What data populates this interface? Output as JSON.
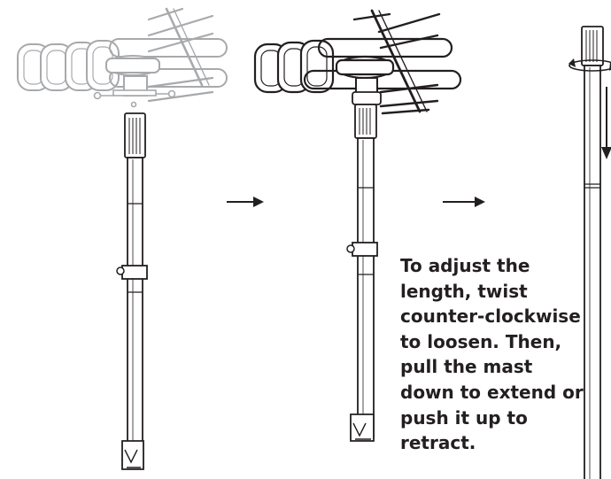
{
  "instructions": {
    "lines": [
      "To adjust the",
      "length, twist",
      "counter-clockwise",
      "to loosen. Then,",
      "pull the mast",
      "down to extend or",
      "push it up to",
      "retract."
    ]
  },
  "colors": {
    "ink": "#231f20",
    "faded_ink": "#a7a9ac",
    "fill": "#ffffff"
  },
  "illustrations": [
    "antenna-disassembled",
    "antenna-assembled",
    "mast-adjustment-detail"
  ],
  "icons": [
    "right-arrow-icon",
    "rotate-arrow-icon",
    "down-arrow-icon"
  ]
}
